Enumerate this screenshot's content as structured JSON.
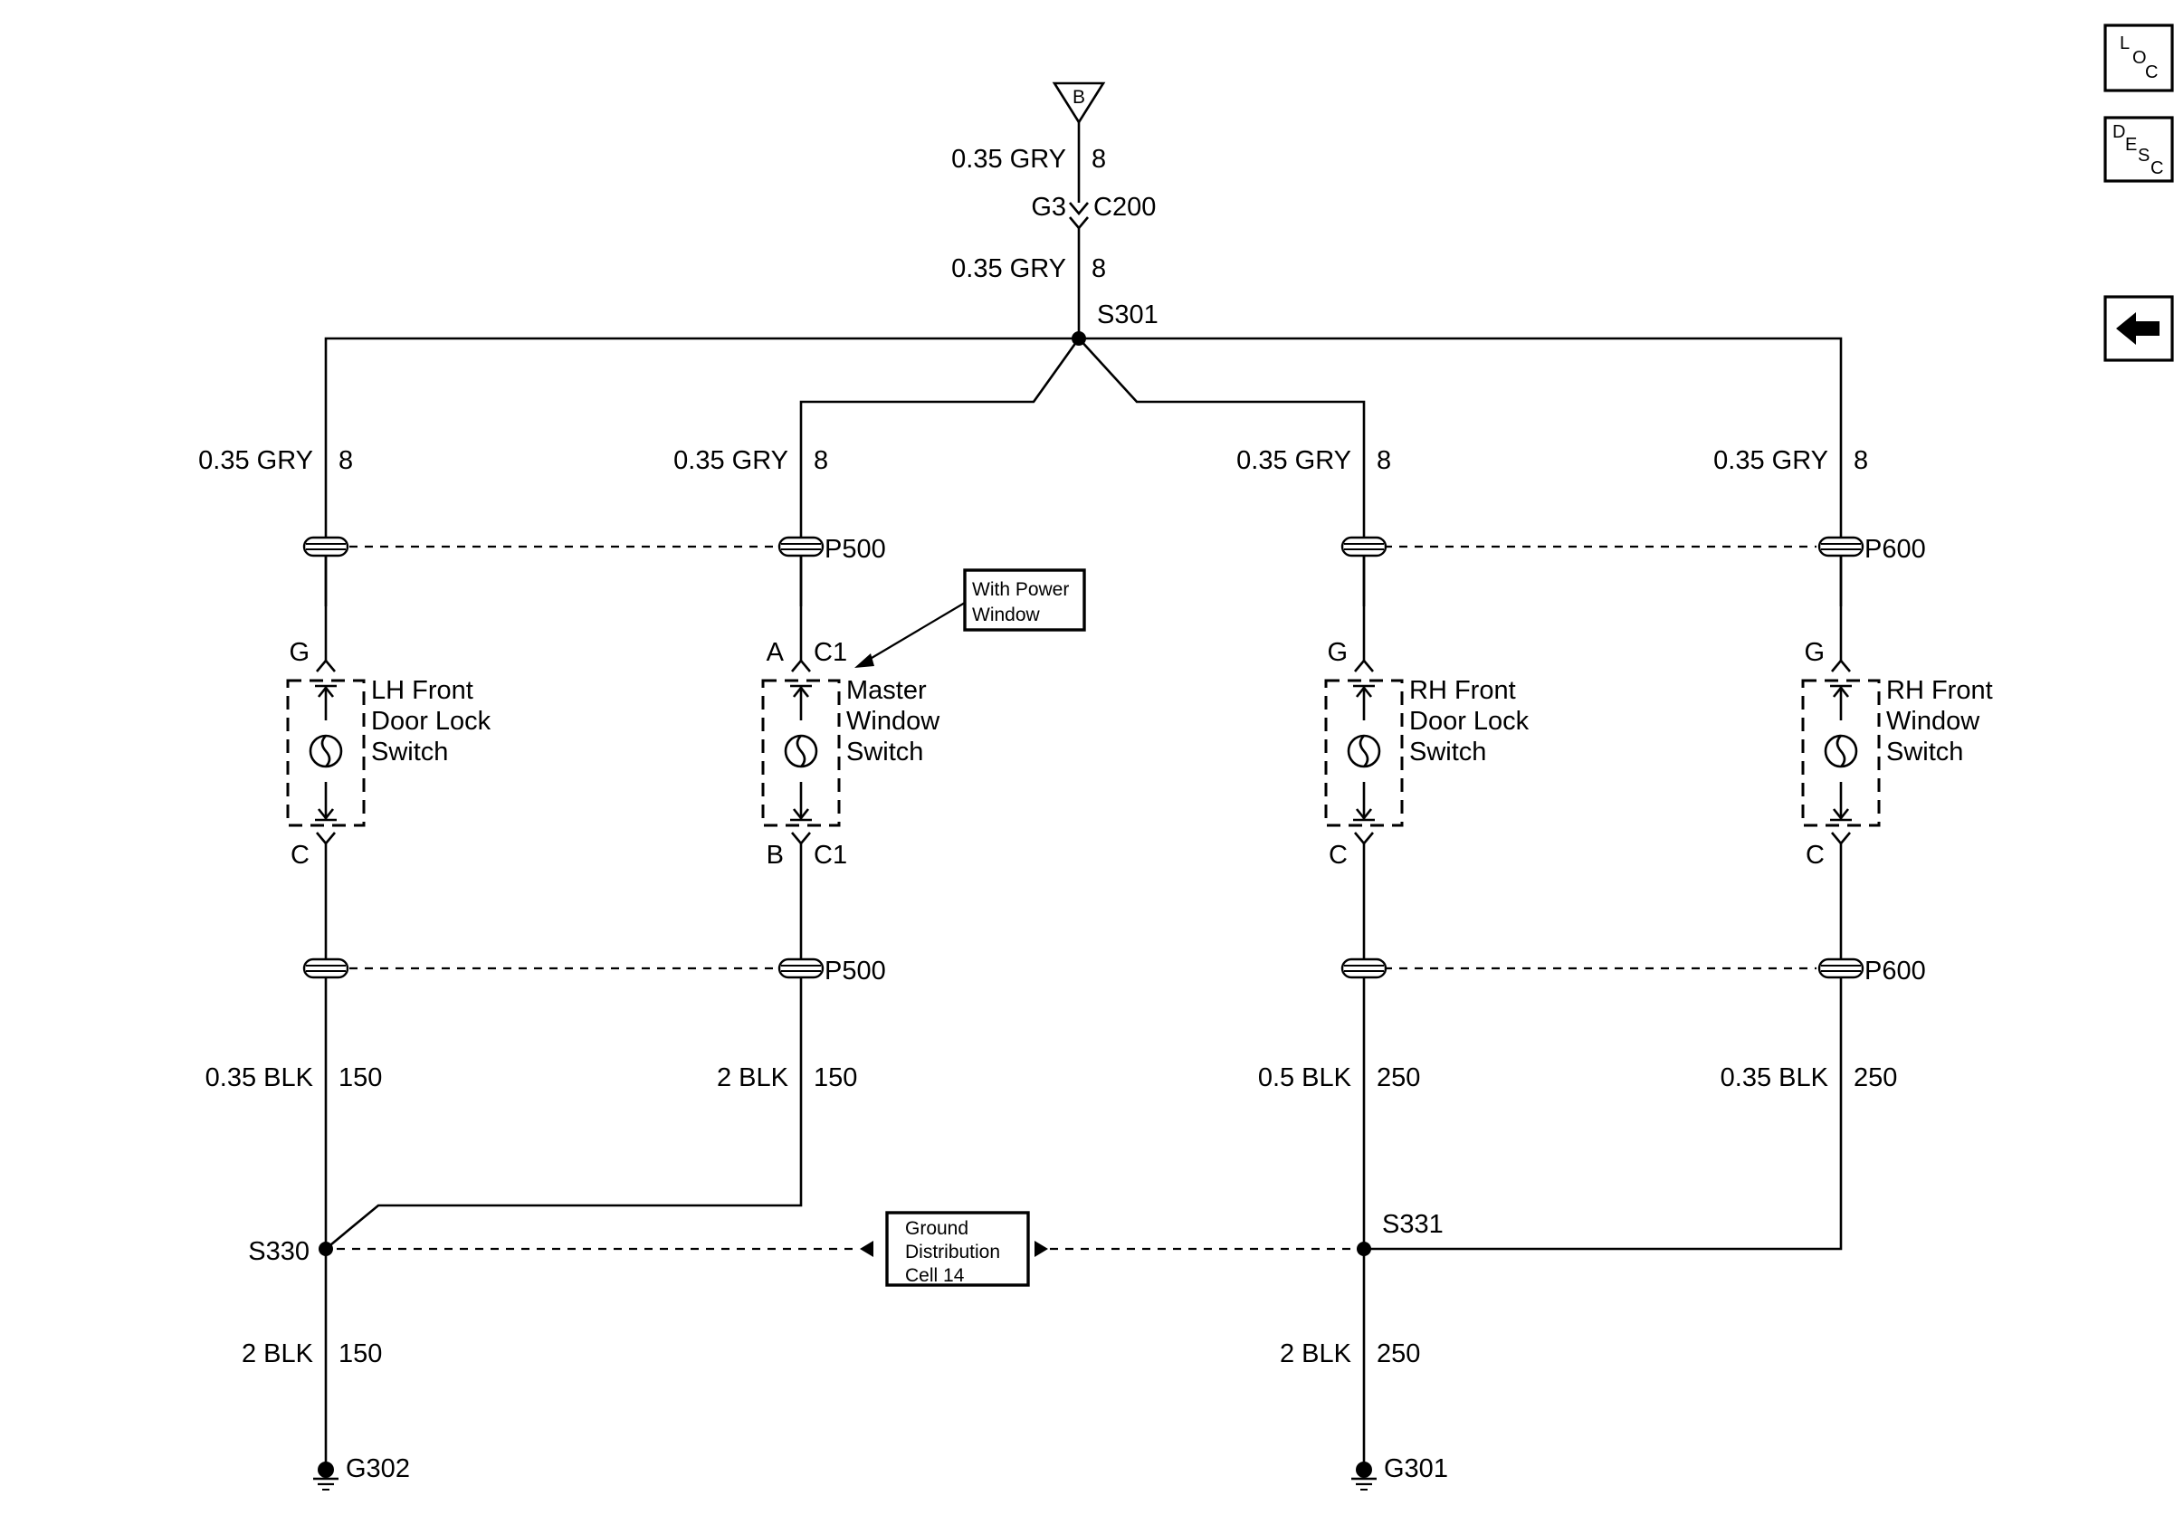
{
  "top": {
    "source": "B",
    "wire1": "0.35 GRY",
    "circuit1": "8",
    "pin": "G3",
    "connector": "C200",
    "wire2": "0.35 GRY",
    "circuit2": "8",
    "splice": "S301"
  },
  "col1": {
    "wire_top": "0.35 GRY",
    "circuit_top": "8",
    "pin_top": "G",
    "component": [
      "LH Front",
      "Door Lock",
      "Switch"
    ],
    "pin_bottom": "C",
    "wire_bottom": "0.35 BLK",
    "circuit_bottom": "150"
  },
  "col2": {
    "wire_top": "0.35 GRY",
    "circuit_top": "8",
    "connector_top": "P500",
    "pin_top": "A",
    "conn_top": "C1",
    "component": [
      "Master",
      "Window",
      "Switch"
    ],
    "pin_bottom": "B",
    "conn_bottom": "C1",
    "connector_bottom": "P500",
    "wire_bottom": "2 BLK",
    "circuit_bottom": "150",
    "note": [
      "With Power",
      "Window"
    ]
  },
  "col3": {
    "wire_top": "0.35 GRY",
    "circuit_top": "8",
    "pin_top": "G",
    "component": [
      "RH Front",
      "Door Lock",
      "Switch"
    ],
    "pin_bottom": "C",
    "wire_bottom": "0.5 BLK",
    "circuit_bottom": "250"
  },
  "col4": {
    "wire_top": "0.35 GRY",
    "circuit_top": "8",
    "connector_top": "P600",
    "pin_top": "G",
    "component": [
      "RH Front",
      "Window",
      "Switch"
    ],
    "pin_bottom": "C",
    "connector_bottom": "P600",
    "wire_bottom": "0.35 BLK",
    "circuit_bottom": "250"
  },
  "ground_left": {
    "splice": "S330",
    "wire": "2 BLK",
    "circuit": "150",
    "ground": "G302"
  },
  "ground_right": {
    "splice": "S331",
    "wire": "2 BLK",
    "circuit": "250",
    "ground": "G301"
  },
  "ground_box": [
    "Ground",
    "Distribution",
    "Cell 14"
  ],
  "nav": {
    "loc": [
      "L",
      "O",
      "C"
    ],
    "desc": [
      "D",
      "E",
      "S",
      "C"
    ],
    "back_icon": "left-arrow-icon"
  }
}
